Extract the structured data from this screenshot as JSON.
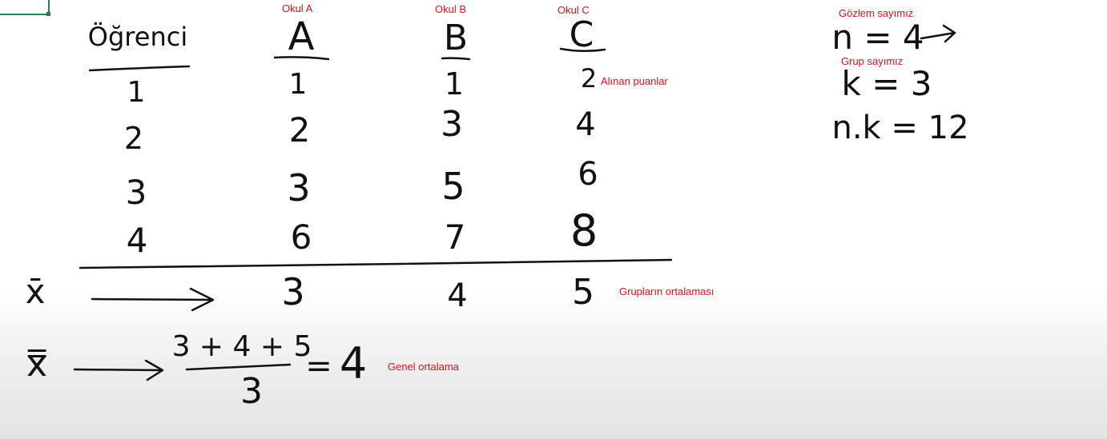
{
  "notes": {
    "okul_a": "Okul A",
    "okul_b": "Okul B",
    "okul_c": "Okul C",
    "gozlem": "Gözlem sayımız",
    "grup": "Grup sayımız",
    "alinan": "Alınan puanlar",
    "gruplarin": "Grupların ortalaması",
    "genel": "Genel ortalama"
  },
  "table": {
    "header_student": "Öğrenci",
    "header_a": "A",
    "header_b": "B",
    "header_c": "C",
    "students": [
      "1",
      "2",
      "3",
      "4"
    ],
    "col_a": [
      "1",
      "2",
      "3",
      "6"
    ],
    "col_b": [
      "1",
      "3",
      "5",
      "7"
    ],
    "col_c": [
      "2",
      "4",
      "6",
      "8"
    ]
  },
  "means": {
    "xbar_symbol": "x̄",
    "a": "3",
    "b": "4",
    "c": "5",
    "grand_symbol": "x̿",
    "numerator": "3 + 4 + 5",
    "denominator": "3",
    "equals": "=",
    "result": "4"
  },
  "side": {
    "n": "n = 4",
    "k": "k = 3",
    "nk": "n.k = 12"
  },
  "colors": {
    "ink": "#111111",
    "annotation": "#e0101a"
  }
}
